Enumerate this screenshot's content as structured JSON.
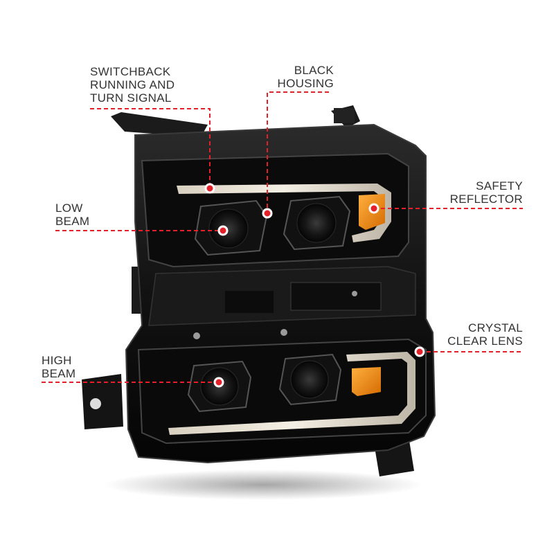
{
  "colors": {
    "accent": "#e3212b",
    "label_text": "#333333",
    "housing": "#141414",
    "amber": "#f08a1c"
  },
  "callouts": {
    "switchback": {
      "lines": [
        "SWITCHBACK",
        "RUNNING AND",
        "TURN SIGNAL"
      ]
    },
    "black_housing": {
      "lines": [
        "BLACK",
        "HOUSING"
      ]
    },
    "low_beam": {
      "lines": [
        "LOW",
        "BEAM"
      ]
    },
    "safety_reflector": {
      "lines": [
        "SAFETY",
        "REFLECTOR"
      ]
    },
    "high_beam": {
      "lines": [
        "HIGH",
        "BEAM"
      ]
    },
    "crystal_clear_lens": {
      "lines": [
        "CRYSTAL",
        "CLEAR LENS"
      ]
    }
  }
}
